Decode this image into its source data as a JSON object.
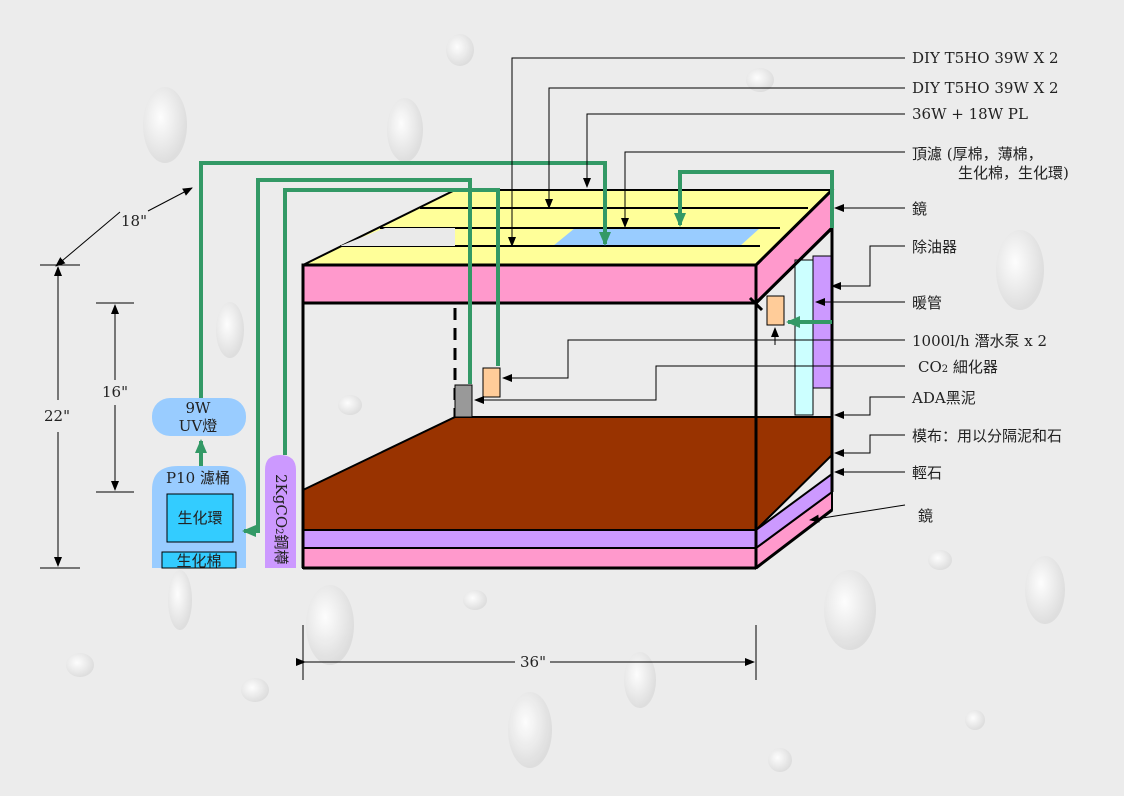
{
  "callouts": {
    "t5ho_1": "DIY T5HO 39W X 2",
    "t5ho_2": "DIY T5HO 39W X 2",
    "pl": "36W + 18W PL",
    "top_filter_1": "頂濾 (厚棉，薄棉，",
    "top_filter_2": "生化棉，生化環)",
    "mirror_top": "鏡",
    "oil_remover": "除油器",
    "heater": "暖管",
    "pump": "1000l/h 潛水泵 x 2",
    "co2_diffuser_prefix": "CO",
    "co2_diffuser_sub": "2",
    "co2_diffuser_suffix": " 細化器",
    "ada_soil": "ADA黑泥",
    "mesh_cloth": "模布：用以分隔泥和石",
    "pumice": "輕石",
    "mirror_bottom": "鏡"
  },
  "dimensions": {
    "width": "36\"",
    "depth": "18\"",
    "height_total": "22\"",
    "height_water": "16\""
  },
  "equipment": {
    "uv_line1": "9W",
    "uv_line2": "UV燈",
    "canister_title": "P10 濾桶",
    "bio_rings": "生化環",
    "bio_cotton": "生化棉",
    "co2_tank_a": "2Kg",
    "co2_tank_b": "CO",
    "co2_tank_c": "2",
    "co2_tank_d": "鋼樽"
  },
  "colors": {
    "background": "#ececec",
    "frame_pink": "#ff99cc",
    "cover_yellow": "#ffff99",
    "filter_blue": "#99ccff",
    "substrate_brown": "#993300",
    "mirror_purple": "#cc99ff",
    "pipe_green": "#339966",
    "equipment_blue": "#99ccff",
    "canister_box": "#33ccff",
    "co2_tank_purple": "#cc99ff",
    "heater_cyan": "#ccffff",
    "pump_orange": "#ffcc99",
    "diffuser_gray": "#999999"
  }
}
